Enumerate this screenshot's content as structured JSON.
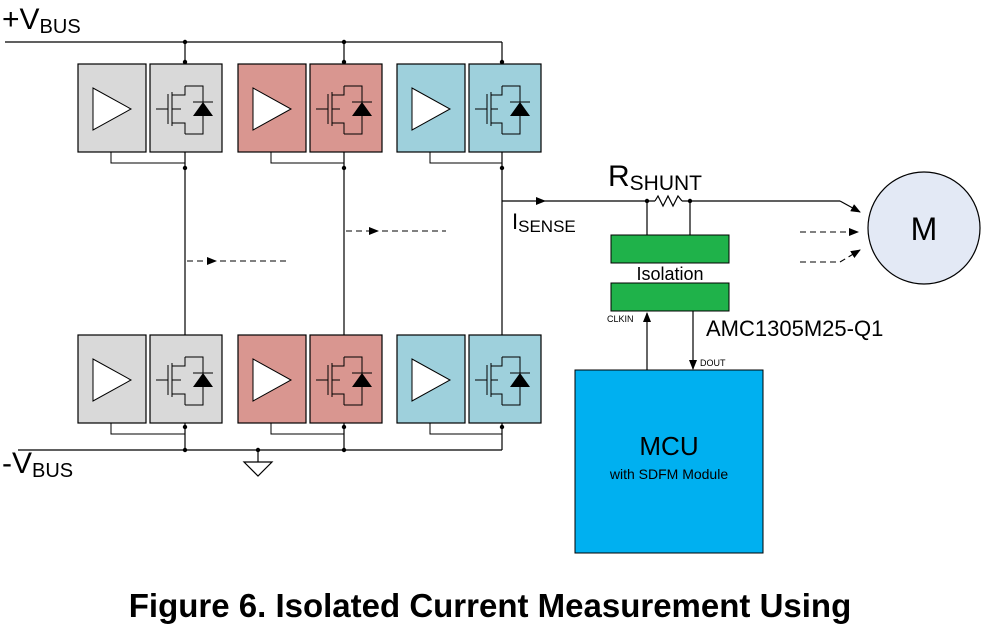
{
  "labels": {
    "vbus_pos_main": "+V",
    "vbus_pos_sub": "BUS",
    "vbus_neg_main": "-V",
    "vbus_neg_sub": "BUS",
    "isense_main": "I",
    "isense_sub": "SENSE",
    "rshunt_main": "R",
    "rshunt_sub": "SHUNT",
    "motor": "M",
    "isolation": "Isolation",
    "part_number": "AMC1305M25-Q1",
    "clkin": "CLKIN",
    "dout": "DOUT",
    "mcu": "MCU",
    "mcu_sub": "with SDFM Module"
  },
  "caption": "Figure 6. Isolated Current Measurement Using",
  "colors": {
    "phase_a": "#d9d9d9",
    "phase_b": "#d99690",
    "phase_c": "#9ed0dc",
    "isolation_bar": "#1fb24a",
    "mcu_fill": "#00b0f0",
    "motor_fill": "#e3e9f5"
  }
}
